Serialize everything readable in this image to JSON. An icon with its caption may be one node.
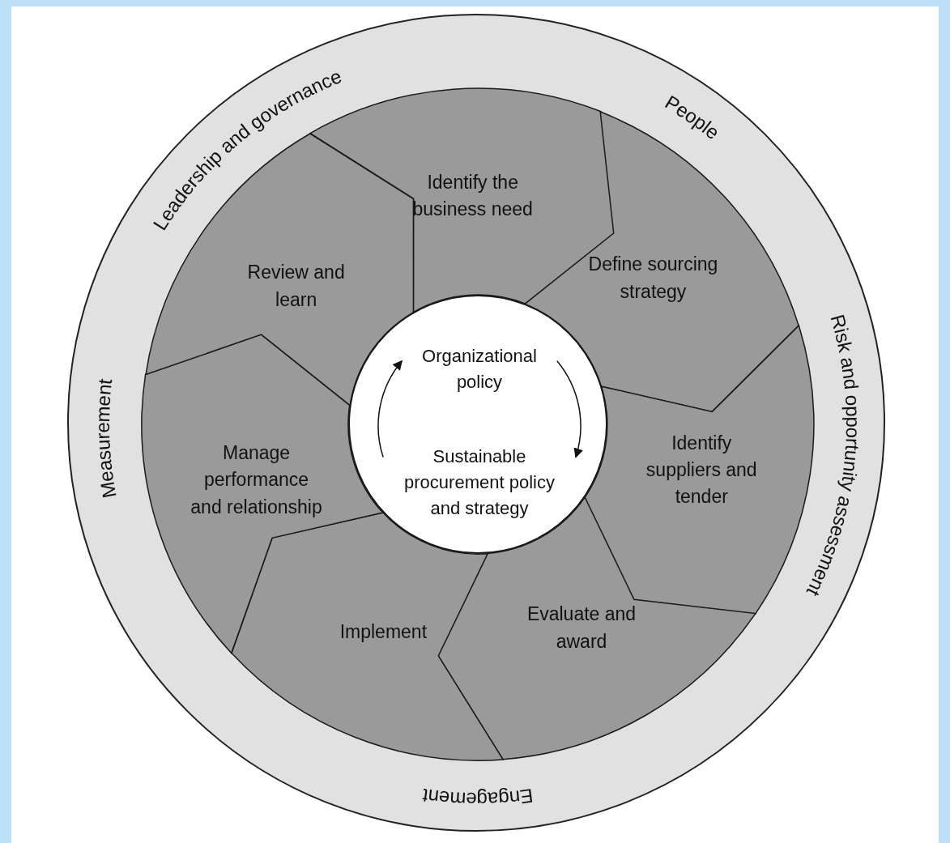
{
  "diagram": {
    "nodes": [
      {
        "text": [
          "Leadership and governance",
          "People",
          "Risk and opportunity assessment",
          "Engagement",
          "Measurement"
        ]
      },
      {
        "text": [
          "Identify the business need"
        ],
        "in": 0
      },
      {
        "text": [
          "Define sourcing strategy"
        ],
        "in": 0
      },
      {
        "text": [
          "Identify suppliers and tender"
        ],
        "in": 0
      },
      {
        "text": [
          "Evaluate and award"
        ],
        "in": 0
      },
      {
        "text": [
          "Implement"
        ],
        "in": 0
      },
      {
        "text": [
          "Manage performance and relationship"
        ],
        "in": 0
      },
      {
        "text": [
          "Review and learn"
        ],
        "in": 0
      },
      {
        "text": [],
        "shape": "circle",
        "in": 0
      },
      {
        "text": [
          "Organizational policy"
        ],
        "in": 8
      },
      {
        "text": [
          "Sustainable procurement policy and strategy"
        ],
        "in": 8
      }
    ],
    "edges": [
      {
        "from": 9,
        "to": 10,
        "arrow": "to"
      },
      {
        "from": 10,
        "to": 9,
        "arrow": "to"
      }
    ]
  }
}
